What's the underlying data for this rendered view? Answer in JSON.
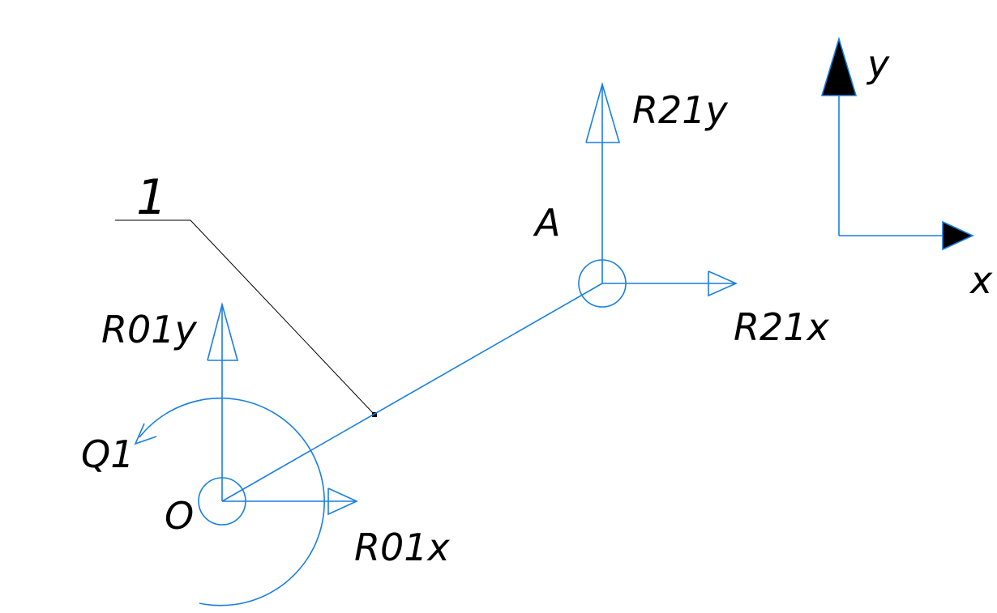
{
  "labels": {
    "part_number": "1",
    "point_a": "A",
    "point_o": "O",
    "r21y": "R21y",
    "r21x": "R21x",
    "r01y": "R01y",
    "r01x": "R01x",
    "q1": "Q1",
    "axis_y": "y",
    "axis_x": "x"
  },
  "colors": {
    "vector": "#1a7fe0",
    "leader": "#000000",
    "background": "#ffffff"
  },
  "icons": {
    "joint_a": "revolute-joint-icon",
    "joint_o": "revolute-joint-icon",
    "moment": "curved-moment-arrow-icon"
  }
}
